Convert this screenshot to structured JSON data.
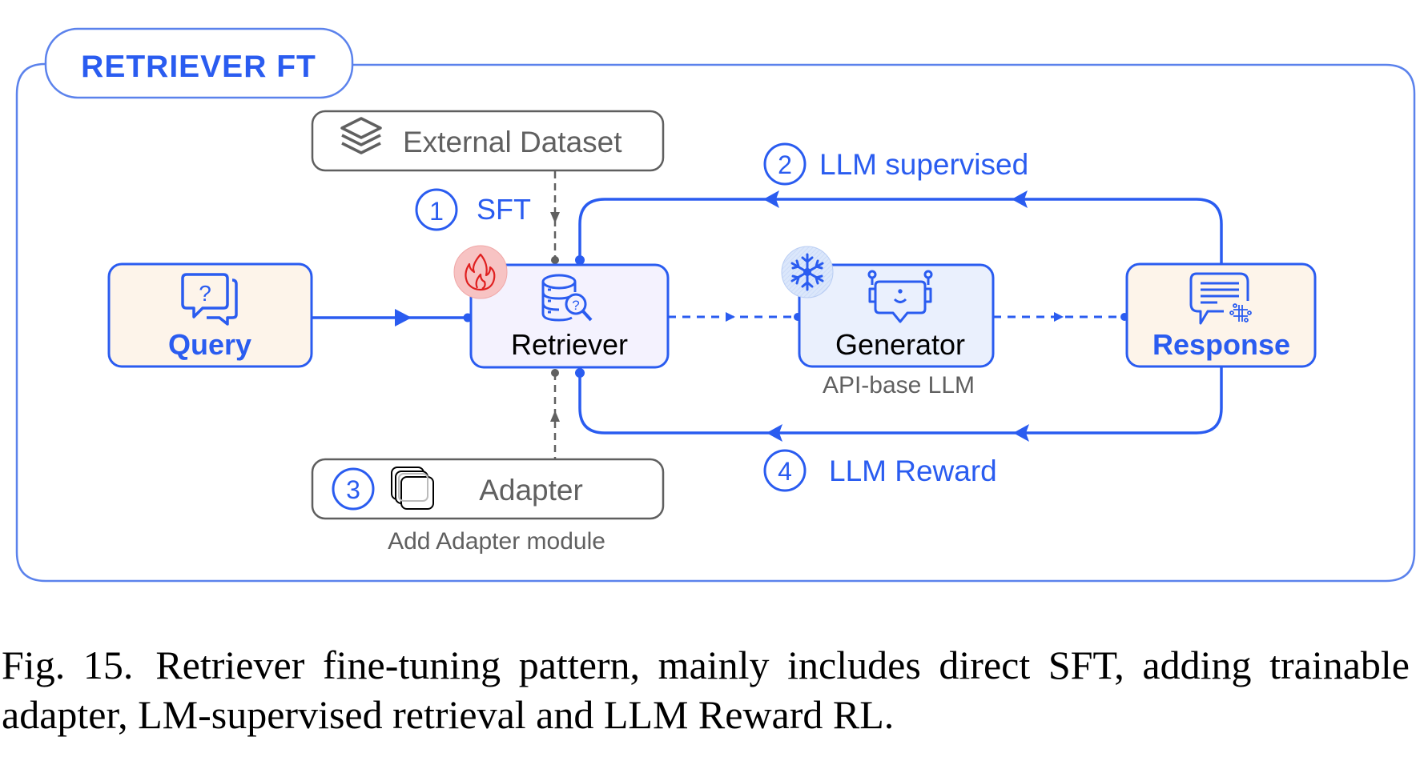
{
  "title": "RETRIEVER FT",
  "colors": {
    "accent": "#2a5cf0",
    "frame": "#5b82ec",
    "gray_border": "#5f5f5f",
    "gray_text": "#606060",
    "query_fill": "#fdf4ea",
    "retriever_fill": "#f4f2fe",
    "generator_fill": "#eaf0fd",
    "fire_badge": "#f7c3c3",
    "fire_icon": "#e02020",
    "snow_badge": "#dbe7fb"
  },
  "nodes": {
    "external_dataset": {
      "label": "External Dataset",
      "icon": "layers-icon"
    },
    "query": {
      "label": "Query",
      "icon": "question-chat-icon"
    },
    "retriever": {
      "label": "Retriever",
      "icon": "database-search-icon",
      "badge": "fire-icon"
    },
    "generator": {
      "label": "Generator",
      "sublabel": "API-base LLM",
      "icon": "robot-chat-icon",
      "badge": "snowflake-icon"
    },
    "response": {
      "label": "Response",
      "icon": "ai-message-icon"
    },
    "adapter": {
      "label": "Adapter",
      "sublabel": "Add Adapter module",
      "icon": "stacked-squares-icon"
    }
  },
  "steps": [
    {
      "number": "1",
      "label": "SFT"
    },
    {
      "number": "2",
      "label": "LLM supervised"
    },
    {
      "number": "3",
      "label": ""
    },
    {
      "number": "4",
      "label": "LLM Reward"
    }
  ],
  "caption": {
    "fig_label": "Fig. 15.",
    "text": "Retriever fine-tuning pattern, mainly includes direct SFT, adding trainable adapter, LM-supervised retrieval and LLM Reward RL."
  }
}
